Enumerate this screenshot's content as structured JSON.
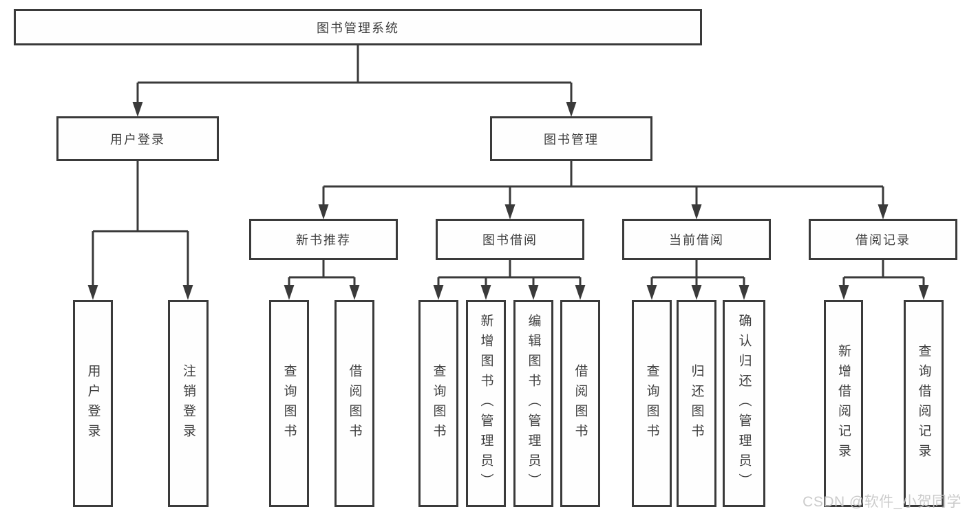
{
  "nodes": {
    "root": {
      "label": "图书管理系统"
    },
    "level2": [
      {
        "label": "用户登录"
      },
      {
        "label": "图书管理"
      }
    ],
    "level3": [
      {
        "label": "新书推荐",
        "parent": "图书管理"
      },
      {
        "label": "图书借阅",
        "parent": "图书管理"
      },
      {
        "label": "当前借阅",
        "parent": "图书管理"
      },
      {
        "label": "借阅记录",
        "parent": "图书管理"
      }
    ],
    "leaves": [
      {
        "label": "用户登录",
        "parent": "用户登录"
      },
      {
        "label": "注销登录",
        "parent": "用户登录"
      },
      {
        "label": "查询图书",
        "parent": "新书推荐"
      },
      {
        "label": "借阅图书",
        "parent": "新书推荐"
      },
      {
        "label": "查询图书",
        "parent": "图书借阅"
      },
      {
        "label": "新增图书（管理员）",
        "parent": "图书借阅"
      },
      {
        "label": "编辑图书（管理员）",
        "parent": "图书借阅"
      },
      {
        "label": "借阅图书",
        "parent": "图书借阅"
      },
      {
        "label": "查询图书",
        "parent": "当前借阅"
      },
      {
        "label": "归还图书",
        "parent": "当前借阅"
      },
      {
        "label": "确认归还（管理员）",
        "parent": "当前借阅"
      },
      {
        "label": "新增借阅记录",
        "parent": "借阅记录"
      },
      {
        "label": "查询借阅记录",
        "parent": "借阅记录"
      }
    ]
  },
  "colors": {
    "line": "#3a3a3a",
    "box_border": "#3a3a3a",
    "text": "#3f3f3f",
    "background": "#ffffff",
    "watermark": "#c7c7c7"
  },
  "watermark": "CSDN @软件_小贺同学"
}
